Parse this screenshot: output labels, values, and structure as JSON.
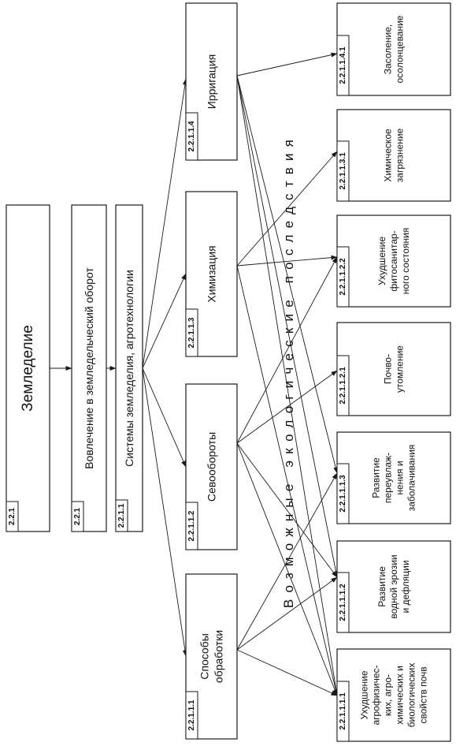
{
  "chain": [
    {
      "id": "zem",
      "code": "2.2.1",
      "lines": [
        "Земледелие"
      ]
    },
    {
      "id": "vov",
      "code": "2.2.1",
      "lines": [
        "Вовлечение в земледельческий оборот"
      ]
    },
    {
      "id": "sys",
      "code": "2.2.1.1",
      "lines": [
        "Системы земледелия, агротехнологии"
      ]
    }
  ],
  "methods": [
    {
      "id": "irr",
      "code": "2.2.1.1.4",
      "lines": [
        "Ирригация"
      ]
    },
    {
      "id": "chem",
      "code": "2.2.1.1.3",
      "lines": [
        "Химизация"
      ]
    },
    {
      "id": "sevo",
      "code": "2.2.1.1.2",
      "lines": [
        "Севообороты"
      ]
    },
    {
      "id": "sposob",
      "code": "2.2.1.1.1",
      "lines": [
        "Способы",
        "обработки"
      ]
    }
  ],
  "consequences": [
    {
      "id": "zasol",
      "code": "2.2.1.1.4.1",
      "lines": [
        "Засоление,",
        "осолонцевание"
      ]
    },
    {
      "id": "himzag",
      "code": "2.2.1.1.3.1",
      "lines": [
        "Химическое",
        "загрязнение"
      ]
    },
    {
      "id": "fito",
      "code": "2.2.1.1.2.2",
      "lines": [
        "Ухудшение",
        "фитосанитар-",
        "ного состояния"
      ]
    },
    {
      "id": "pochvo",
      "code": "2.2.1.1.2.1",
      "lines": [
        "Почво-",
        "утомление"
      ]
    },
    {
      "id": "pereuv",
      "code": "2.2.1.1.1.3",
      "lines": [
        "Развитие",
        "переувлаж-",
        "нения и",
        "заболачивания"
      ]
    },
    {
      "id": "erozia",
      "code": "2.2.1.1.1.2",
      "lines": [
        "Развитие",
        "водной эрозии",
        "и дефляции"
      ]
    },
    {
      "id": "agrofiz",
      "code": "2.2.1.1.1.1",
      "lines": [
        "Ухудшение",
        "агрофизичес-",
        "ких, агро-",
        "химических и",
        "биологических",
        "свойств почв"
      ]
    }
  ],
  "consequences_label": "Возможные экологические последствия",
  "links": [
    [
      "zem",
      "vov"
    ],
    [
      "vov",
      "sys"
    ],
    [
      "sys",
      "irr"
    ],
    [
      "sys",
      "chem"
    ],
    [
      "sys",
      "sevo"
    ],
    [
      "sys",
      "sposob"
    ],
    [
      "irr",
      "zasol"
    ],
    [
      "irr",
      "pereuv"
    ],
    [
      "irr",
      "erozia"
    ],
    [
      "irr",
      "agrofiz"
    ],
    [
      "chem",
      "himzag"
    ],
    [
      "chem",
      "fito"
    ],
    [
      "chem",
      "agrofiz"
    ],
    [
      "sevo",
      "fito"
    ],
    [
      "sevo",
      "pochvo"
    ],
    [
      "sevo",
      "erozia"
    ],
    [
      "sevo",
      "agrofiz"
    ],
    [
      "sposob",
      "pereuv"
    ],
    [
      "sposob",
      "erozia"
    ],
    [
      "sposob",
      "agrofiz"
    ]
  ]
}
